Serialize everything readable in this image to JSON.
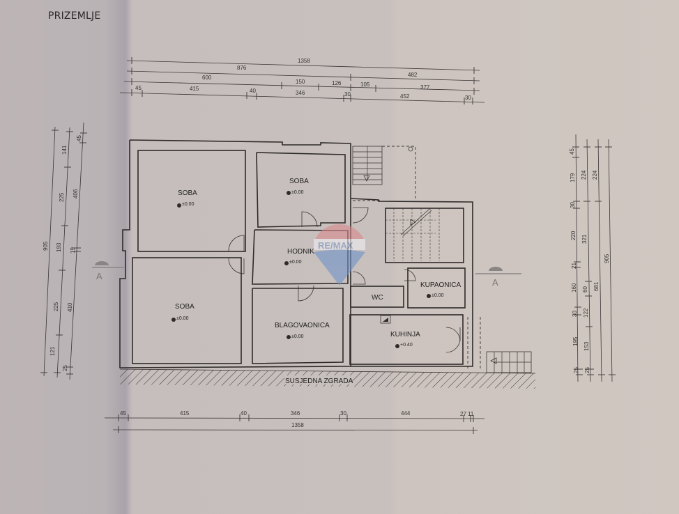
{
  "title": "PRIZEMLJE",
  "rooms": [
    {
      "name": "SOBA",
      "level": "±0.00"
    },
    {
      "name": "SOBA",
      "level": "±0.00"
    },
    {
      "name": "HODNIK",
      "level": "±0.00"
    },
    {
      "name": "SOBA",
      "level": "±0.00"
    },
    {
      "name": "BLAGOVAONICA",
      "level": "±0.00"
    },
    {
      "name": "WC",
      "level": ""
    },
    {
      "name": "KUPAONICA",
      "level": "±0.00"
    },
    {
      "name": "KUHINJA",
      "level": "+0.40"
    }
  ],
  "neighbour_label": "SUSJEDNA ZGRADA",
  "section_marker": "A",
  "watermark": "RE/MAX",
  "dimensions": {
    "top_row1": [
      "1358"
    ],
    "top_row2": [
      "876",
      "482"
    ],
    "top_row3": [
      "600",
      "150",
      "126",
      "105",
      "377"
    ],
    "top_row4": [
      "45",
      "415",
      "40",
      "346",
      "30",
      "452",
      "30"
    ],
    "bottom_row1": [
      "45",
      "415",
      "40",
      "346",
      "30",
      "444",
      "27",
      "11"
    ],
    "bottom_row2": [
      "1358"
    ],
    "left_col1": [
      "905"
    ],
    "left_col2": [
      "141",
      "225",
      "193",
      "225",
      "121",
      "25"
    ],
    "left_col3": [
      "45",
      "406",
      "19",
      "410"
    ],
    "right_col1": [
      "45",
      "179",
      "30",
      "220",
      "21",
      "160",
      "30",
      "195",
      "25"
    ],
    "right_col2": [
      "224",
      "321",
      "60",
      "122",
      "153",
      "25"
    ],
    "right_col3": [
      "224",
      "681"
    ],
    "right_col4": [
      "905"
    ]
  }
}
